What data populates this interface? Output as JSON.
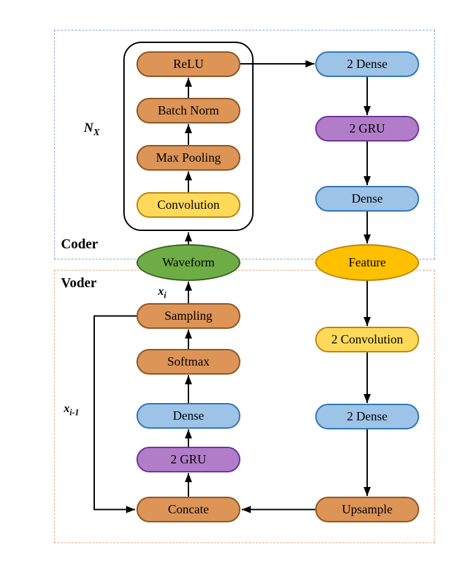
{
  "diagram": {
    "regions": {
      "coder": "Coder",
      "voder": "Voder"
    },
    "group": {
      "label_base": "N",
      "label_sub": "X"
    },
    "annotations": {
      "current_sample": {
        "base": "x",
        "sub": "i"
      },
      "previous_sample": {
        "base": "x",
        "sub": "i-1"
      }
    },
    "nodes": {
      "relu": "ReLU",
      "batch_norm": "Batch Norm",
      "max_pooling": "Max Pooling",
      "convolution": "Convolution",
      "waveform": "Waveform",
      "encoder_dense2": "2 Dense",
      "encoder_gru2": "2 GRU",
      "encoder_dense": "Dense",
      "feature": "Feature",
      "decoder_conv2": "2 Convolution",
      "decoder_dense2": "2 Dense",
      "upsample": "Upsample",
      "sampling": "Sampling",
      "softmax": "Softmax",
      "decoder_dense": "Dense",
      "decoder_gru2": "2 GRU",
      "concate": "Concate"
    },
    "edges": [
      {
        "from": "convolution",
        "to": "max_pooling"
      },
      {
        "from": "max_pooling",
        "to": "batch_norm"
      },
      {
        "from": "batch_norm",
        "to": "relu"
      },
      {
        "from": "relu",
        "to": "encoder_dense2"
      },
      {
        "from": "encoder_dense2",
        "to": "encoder_gru2"
      },
      {
        "from": "encoder_gru2",
        "to": "encoder_dense"
      },
      {
        "from": "encoder_dense",
        "to": "feature"
      },
      {
        "from": "feature",
        "to": "decoder_conv2"
      },
      {
        "from": "decoder_conv2",
        "to": "decoder_dense2"
      },
      {
        "from": "decoder_dense2",
        "to": "upsample"
      },
      {
        "from": "upsample",
        "to": "concate"
      },
      {
        "from": "concate",
        "to": "decoder_gru2"
      },
      {
        "from": "decoder_gru2",
        "to": "decoder_dense"
      },
      {
        "from": "decoder_dense",
        "to": "softmax"
      },
      {
        "from": "softmax",
        "to": "sampling"
      },
      {
        "from": "sampling",
        "to": "waveform",
        "label": "x_i"
      },
      {
        "from": "waveform",
        "to": "convolution"
      },
      {
        "from": "sampling",
        "to": "concate",
        "label": "x_i-1"
      }
    ],
    "colors": {
      "orange_fill": "#dc9457",
      "orange_border": "#8c5524",
      "yellow_fill": "#ffd95a",
      "yellow_border": "#b8860b",
      "blue_fill": "#9dc3e6",
      "blue_border": "#2e75b6",
      "purple_fill": "#b17dc8",
      "purple_border": "#6a329f",
      "green_fill": "#6ead45",
      "green_border": "#38621d",
      "gold_fill": "#ffc000",
      "gold_border": "#b8860b",
      "coder_region_border": "#86a8d2",
      "voder_region_border": "#e4a97b",
      "arrow": "#000000"
    }
  }
}
